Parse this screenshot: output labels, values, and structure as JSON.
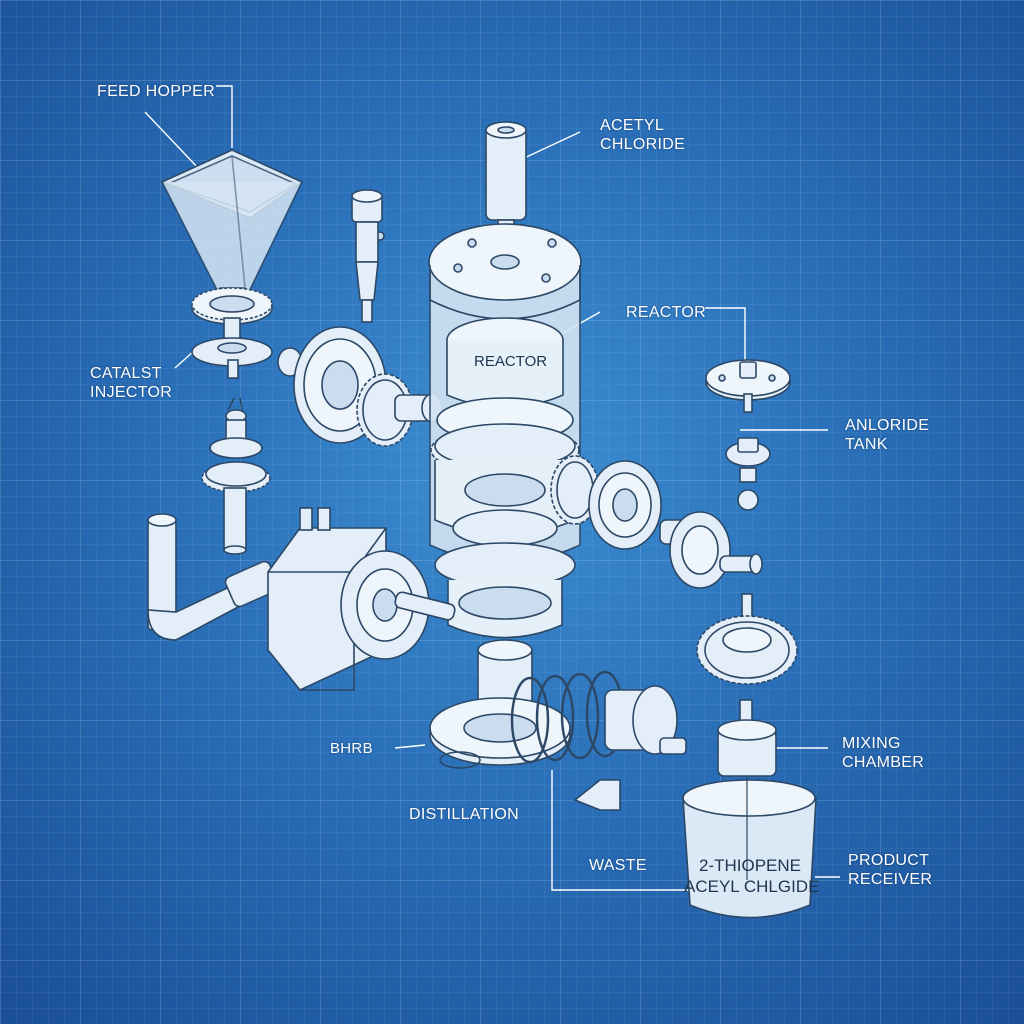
{
  "labels": {
    "feed_hopper": "FEED HOPPER",
    "acetyl_chloride": [
      "ACETYL",
      "CHLORIDE"
    ],
    "catalyst_injector": [
      "CATALST",
      "INJECTOR"
    ],
    "reactor": "REACTOR",
    "reactor_vessel": "REACTOR",
    "anloride_tank": [
      "ANLORIDE",
      "TANK"
    ],
    "bhrb": "BHRB",
    "distillation": "DISTILLATION",
    "waste": "WASTE",
    "mixing_chamber": [
      "MIXING",
      "CHAMBER"
    ],
    "product_receiver": [
      "PRODUCT",
      "RECEIVER"
    ],
    "receiver_jar": [
      "2-THIOPENE",
      "ACEYL CHLGIDE"
    ]
  },
  "colors": {
    "background": "#2a6fb8",
    "part_fill": "#e4eef8",
    "part_stroke": "#2c4866",
    "leader": "#ffffff"
  }
}
